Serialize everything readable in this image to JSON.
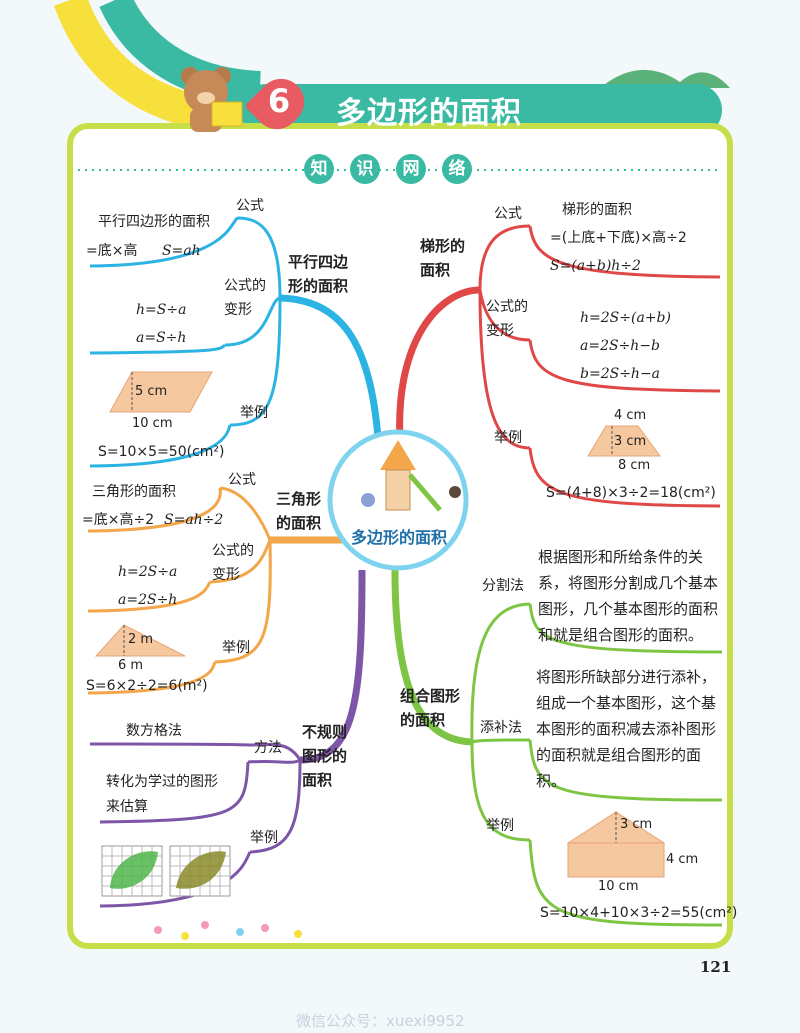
{
  "chapter": {
    "number": "6",
    "title": "多边形的面积"
  },
  "section_title": [
    "知",
    "识",
    "网",
    "络"
  ],
  "center_label": "多边形的面积",
  "parallelogram": {
    "branch": "平行四边\n形的面积",
    "formula_label": "公式",
    "formula_line1": "平行四边形的面积",
    "formula_line2a": "=底×高",
    "formula_line2b": "S=ah",
    "transform_label": "公式的\n变形",
    "transform1": "h=S÷a",
    "transform2": "a=S÷h",
    "example_label": "举例",
    "example_height": "5 cm",
    "example_base": "10 cm",
    "example_calc": "S=10×5=50(cm²)"
  },
  "triangle": {
    "branch": "三角形\n的面积",
    "formula_label": "公式",
    "formula_line1": "三角形的面积",
    "formula_line2a": "=底×高÷2",
    "formula_line2b": "S=ah÷2",
    "transform_label": "公式的\n变形",
    "transform1": "h=2S÷a",
    "transform2": "a=2S÷h",
    "example_label": "举例",
    "example_height": "2 m",
    "example_base": "6 m",
    "example_calc": "S=6×2÷2=6(m²)"
  },
  "irregular": {
    "branch": "不规则\n图形的\n面积",
    "method_label": "方法",
    "method1": "数方格法",
    "method2": "转化为学过的图形\n来估算",
    "example_label": "举例"
  },
  "trapezoid": {
    "branch": "梯形的\n面积",
    "formula_label": "公式",
    "formula_line1": "梯形的面积",
    "formula_line2": "=(上底+下底)×高÷2",
    "formula_line3": "S=(a+b)h÷2",
    "transform_label": "公式的\n变形",
    "transform1": "h=2S÷(a+b)",
    "transform2": "a=2S÷h−b",
    "transform3": "b=2S÷h−a",
    "example_label": "举例",
    "example_top": "4 cm",
    "example_height": "3 cm",
    "example_bottom": "8 cm",
    "example_calc": "S=(4+8)×3÷2=18(cm²)"
  },
  "composite": {
    "branch": "组合图形\n的面积",
    "split_label": "分割法",
    "split_text": "根据图形和所给条件的关系，将图形分割成几个基本图形，几个基本图形的面积和就是组合图形的面积。",
    "fill_label": "添补法",
    "fill_text": "将图形所缺部分进行添补，组成一个基本图形，这个基本图形的面积减去添补图形的面积就是组合图形的面积。",
    "example_label": "举例",
    "example_triangle_h": "3 cm",
    "example_rect_h": "4 cm",
    "example_base": "10 cm",
    "example_calc": "S=10×4+10×3÷2=55(cm²)"
  },
  "page_number": "121",
  "watermark": "微信公众号：xuexi9952",
  "colors": {
    "blue": "#2bb3e3",
    "red": "#e04848",
    "orange": "#f3a64a",
    "purple": "#7e56a8",
    "green": "#7ec544",
    "teal": "#3ab9a3",
    "yellow": "#f7e03c",
    "frame": "#c6df48"
  }
}
